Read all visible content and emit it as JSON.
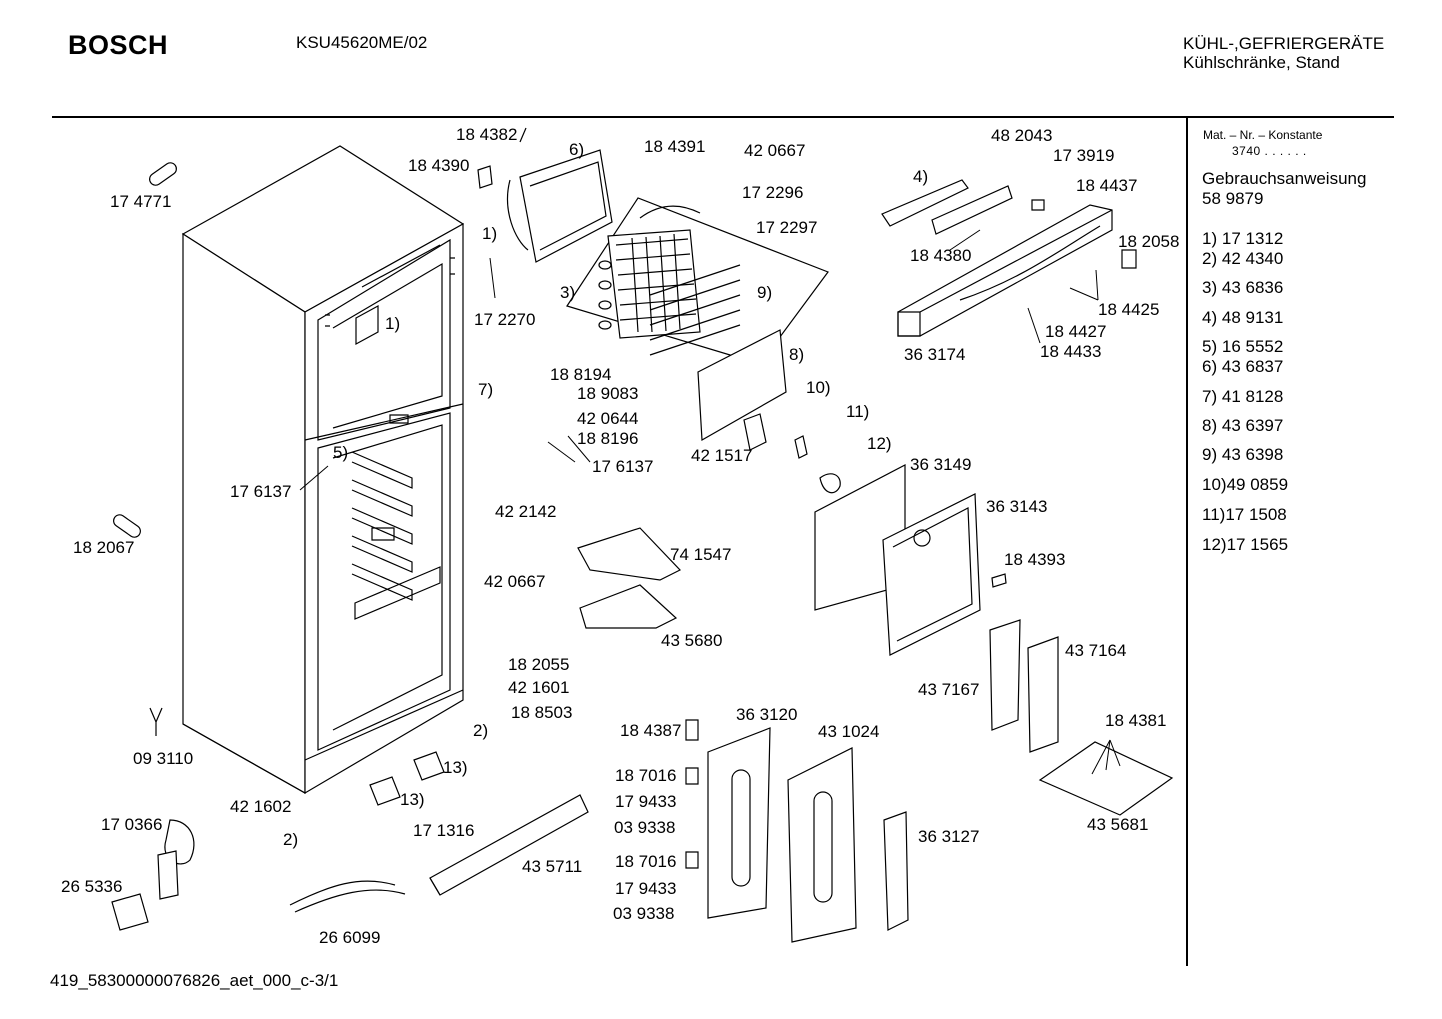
{
  "header": {
    "brand": "BOSCH",
    "model": "KSU45620ME/02",
    "category_line1": "KÜHL-,GEFRIERGERÄTE",
    "category_line2": "Kühlschränke, Stand"
  },
  "sidebar": {
    "mat_label": "Mat. – Nr. – Konstante",
    "mat_value": "3740 . .   . . . .",
    "manual_label": "Gebrauchsanweisung",
    "manual_number": "58 9879",
    "legend": [
      {
        "key": "1)",
        "number": "17 1312"
      },
      {
        "key": "2)",
        "number": "42 4340"
      },
      {
        "key": "3)",
        "number": "43 6836"
      },
      {
        "key": "4)",
        "number": "48 9131"
      },
      {
        "key": "5)",
        "number": "16 5552"
      },
      {
        "key": "6)",
        "number": "43 6837"
      },
      {
        "key": "7)",
        "number": "41 8128"
      },
      {
        "key": "8)",
        "number": "43 6397"
      },
      {
        "key": "9)",
        "number": "43 6398"
      },
      {
        "key": "10)",
        "number": "49 0859"
      },
      {
        "key": "11)",
        "number": "17 1508"
      },
      {
        "key": "12)",
        "number": "17 1565"
      }
    ]
  },
  "parts": [
    "18 4382",
    "18 4390",
    "6)",
    "18 4391",
    "42 0667",
    "17 2296",
    "17 2297",
    "17 4771",
    "1)",
    "17 2270",
    "3)",
    "9)",
    "8)",
    "48 2043",
    "17 3919",
    "4)",
    "18 4437",
    "18 4380",
    "18 2058",
    "18 4425",
    "18 4427",
    "18 4433",
    "36 3174",
    "1)",
    "7)",
    "18 8194",
    "18 9083",
    "42 0644",
    "18 8196",
    "17 6137",
    "5)",
    "17 6137",
    "42 1517",
    "10)",
    "11)",
    "12)",
    "36 3149",
    "36 3143",
    "18 2067",
    "42 2142",
    "74 1547",
    "42 0667",
    "18 4393",
    "43 5680",
    "43 7164",
    "43 7167",
    "18 2055",
    "42 1601",
    "18 8503",
    "18 4381",
    "09 3110",
    "2)",
    "18 4387",
    "36 3120",
    "43 1024",
    "13)",
    "13)",
    "18 7016",
    "17 9433",
    "03 9338",
    "43 5681",
    "42 1602",
    "17 0366",
    "2)",
    "17 1316",
    "36 3127",
    "43 5711",
    "18 7016",
    "17 9433",
    "03 9338",
    "26 5336",
    "26 6099"
  ],
  "footer": {
    "doc_id": "419_58300000076826_aet_000_c-3/1"
  }
}
